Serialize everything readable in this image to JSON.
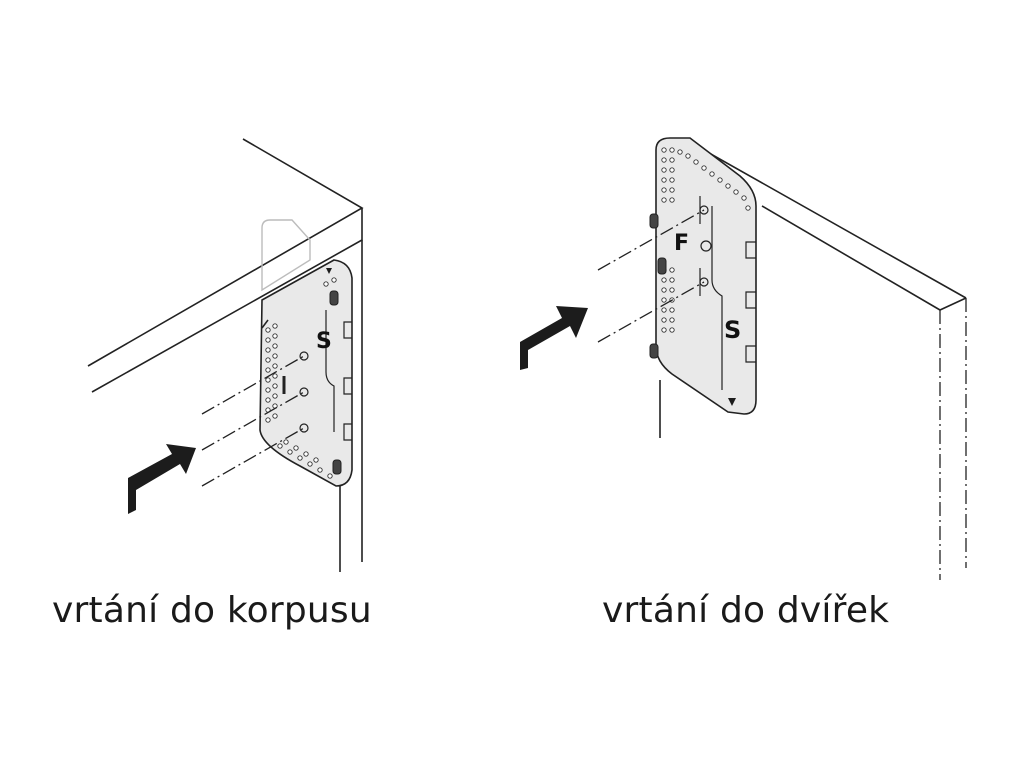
{
  "captions": {
    "left": "vrtání do korpusu",
    "right": "vrtání do dvířek"
  },
  "template_marks": {
    "left_plate_letter": "S",
    "right_plate_letter_top": "F",
    "right_plate_letter_bottom": "S"
  },
  "icons": [
    "insertion-arrow-icon",
    "dash-dot-guide-line"
  ],
  "colors": {
    "line": "#222222",
    "plate_fill": "#e9e9e9",
    "arrow": "#1c1c1c",
    "caption_text": "#1a1a1a"
  }
}
